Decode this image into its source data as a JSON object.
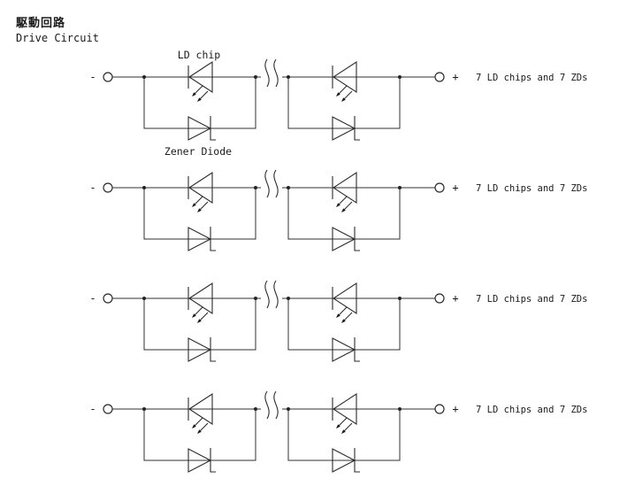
{
  "title": {
    "japanese": "駆動回路",
    "english": "Drive Circuit"
  },
  "diagram": {
    "component_labels": {
      "ld_chip": "LD chip",
      "zener_diode": "Zener Diode"
    },
    "terminals": {
      "negative": "-",
      "positive": "+"
    },
    "rows": [
      {
        "annotation": "7 LD chips and 7 ZDs"
      },
      {
        "annotation": "7 LD chips and 7 ZDs"
      },
      {
        "annotation": "7 LD chips and 7 ZDs"
      },
      {
        "annotation": "7 LD chips and 7 ZDs"
      }
    ],
    "colors": {
      "line": "#303030",
      "text": "#1a1a1a",
      "background": "#ffffff"
    }
  }
}
